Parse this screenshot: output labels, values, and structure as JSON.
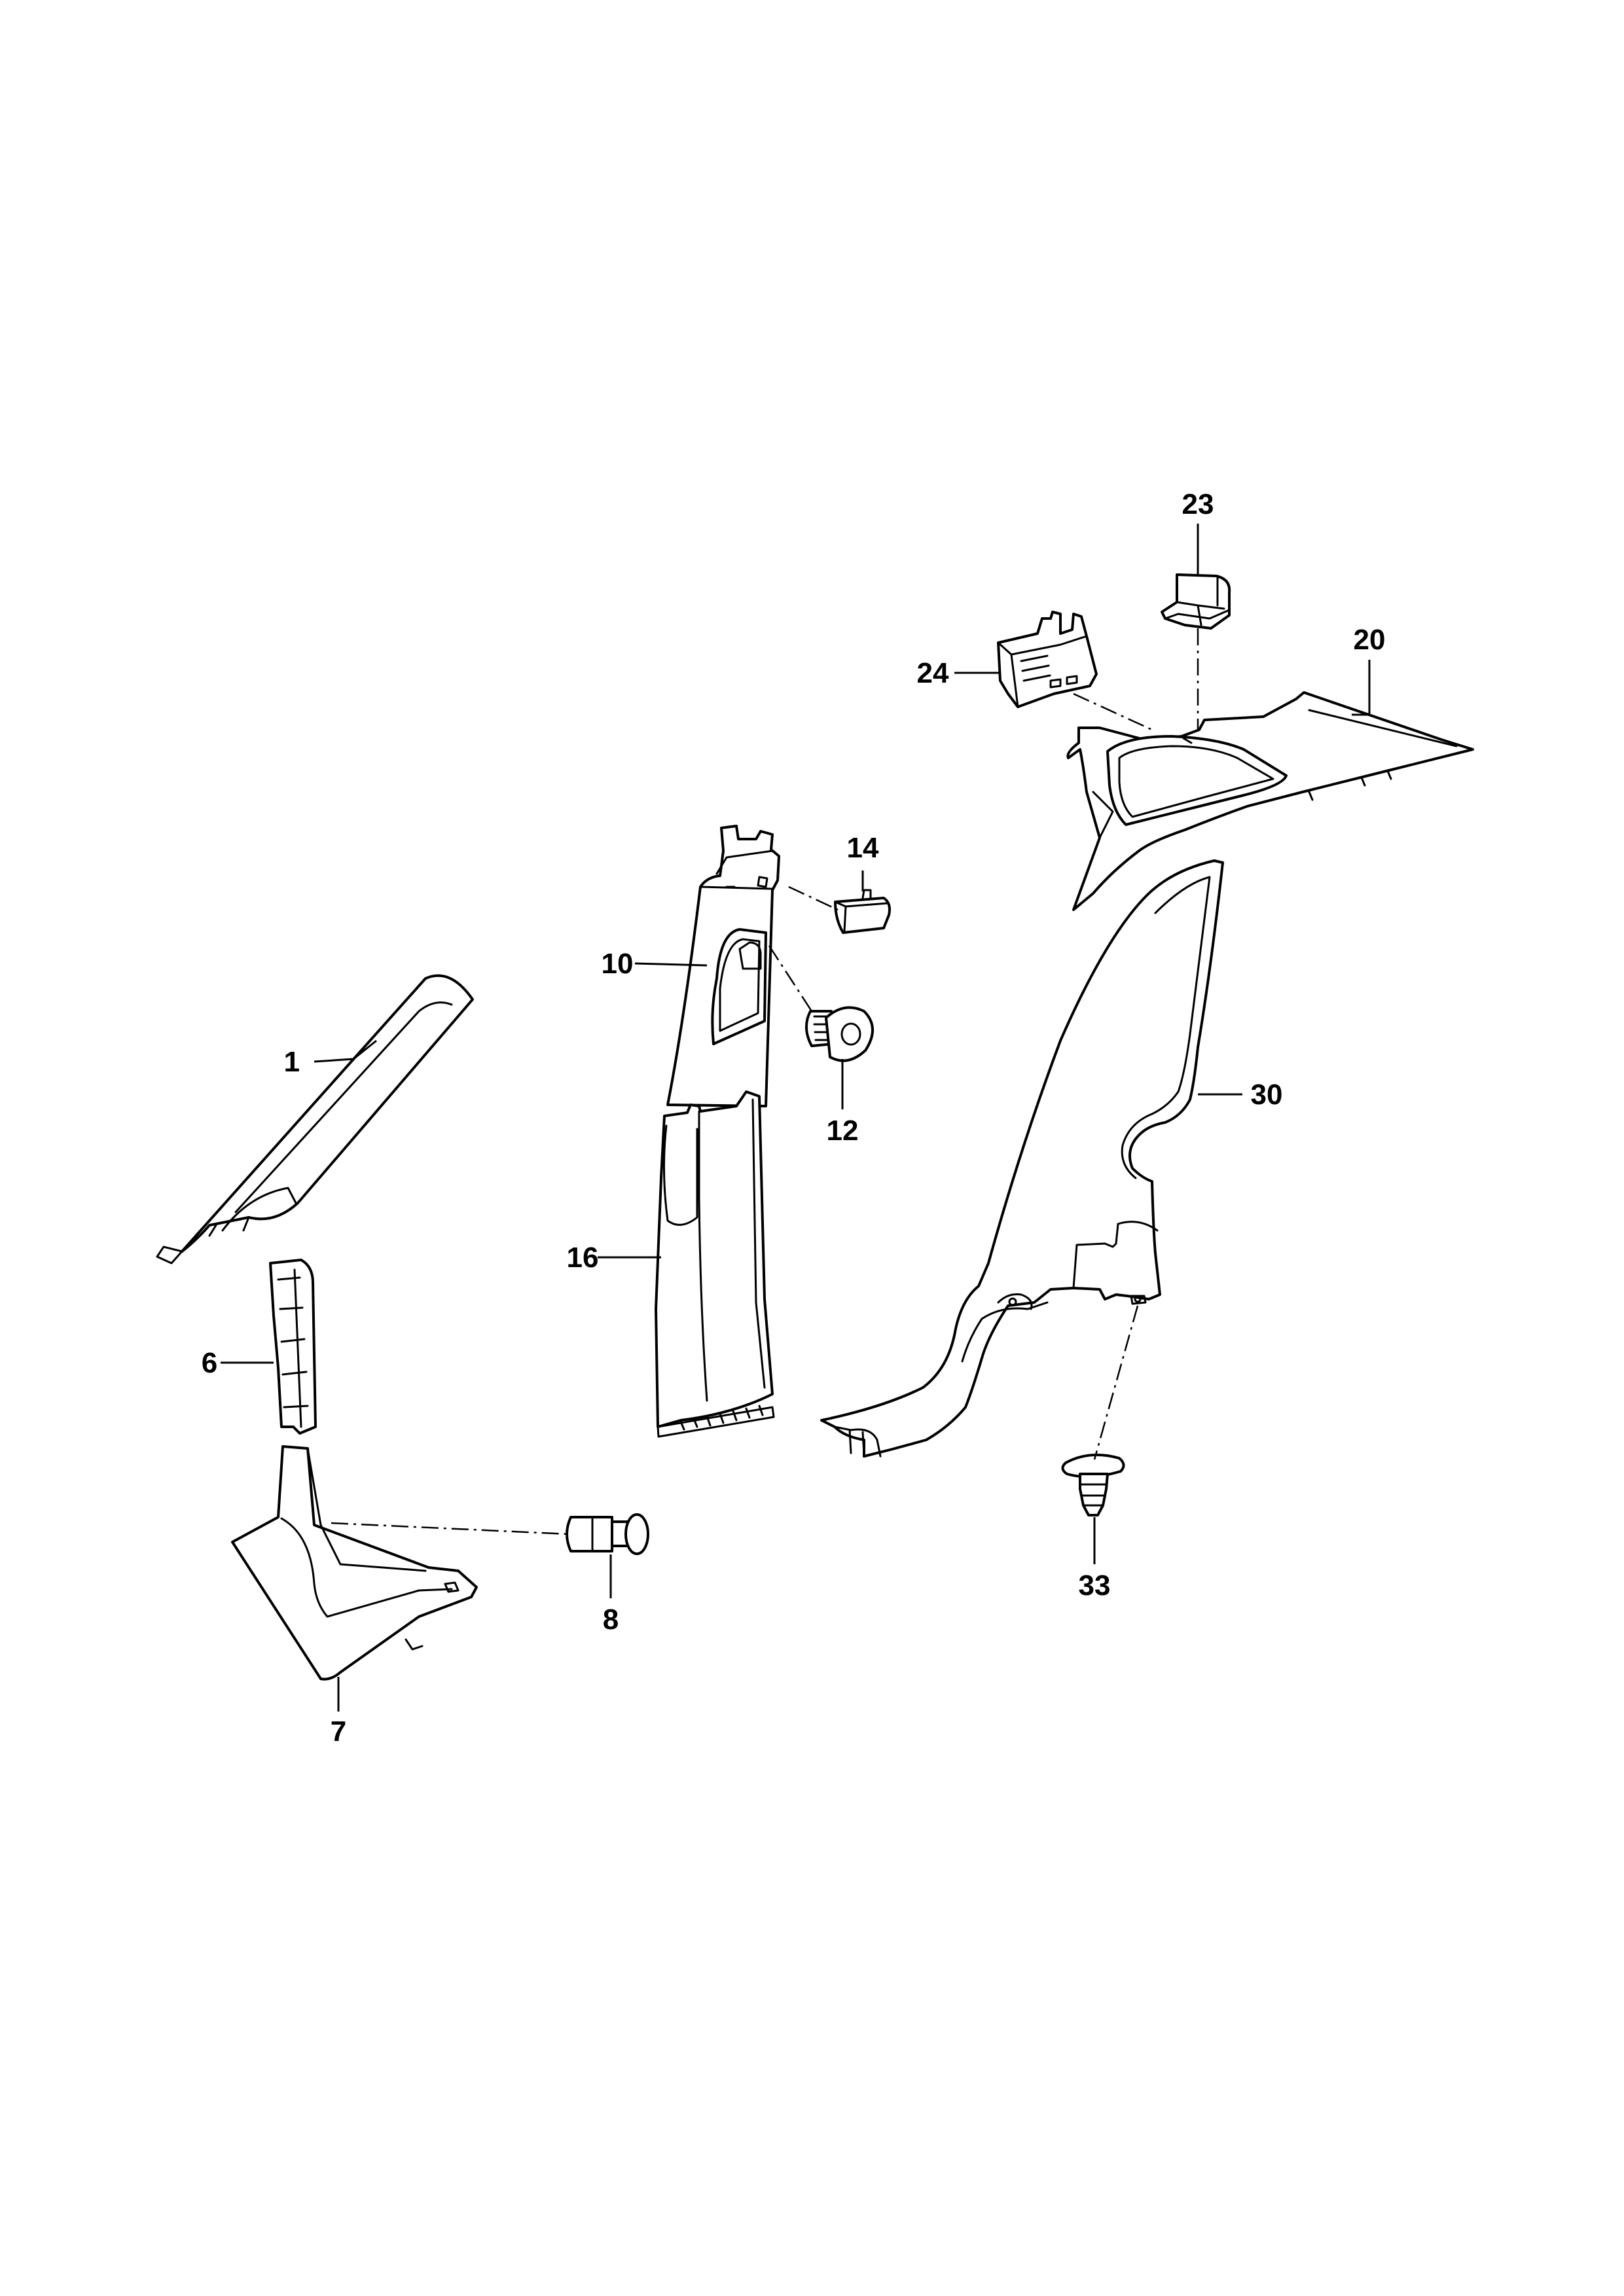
{
  "diagram": {
    "callouts": [
      {
        "id": "p1",
        "label": "1"
      },
      {
        "id": "p6",
        "label": "6"
      },
      {
        "id": "p7",
        "label": "7"
      },
      {
        "id": "p8",
        "label": "8"
      },
      {
        "id": "p10",
        "label": "10"
      },
      {
        "id": "p12",
        "label": "12"
      },
      {
        "id": "p14",
        "label": "14"
      },
      {
        "id": "p16",
        "label": "16"
      },
      {
        "id": "p20",
        "label": "20"
      },
      {
        "id": "p23",
        "label": "23"
      },
      {
        "id": "p24",
        "label": "24"
      },
      {
        "id": "p30",
        "label": "30"
      },
      {
        "id": "p33",
        "label": "33"
      }
    ],
    "colors": {
      "line": "#000000",
      "background": "#ffffff"
    }
  }
}
